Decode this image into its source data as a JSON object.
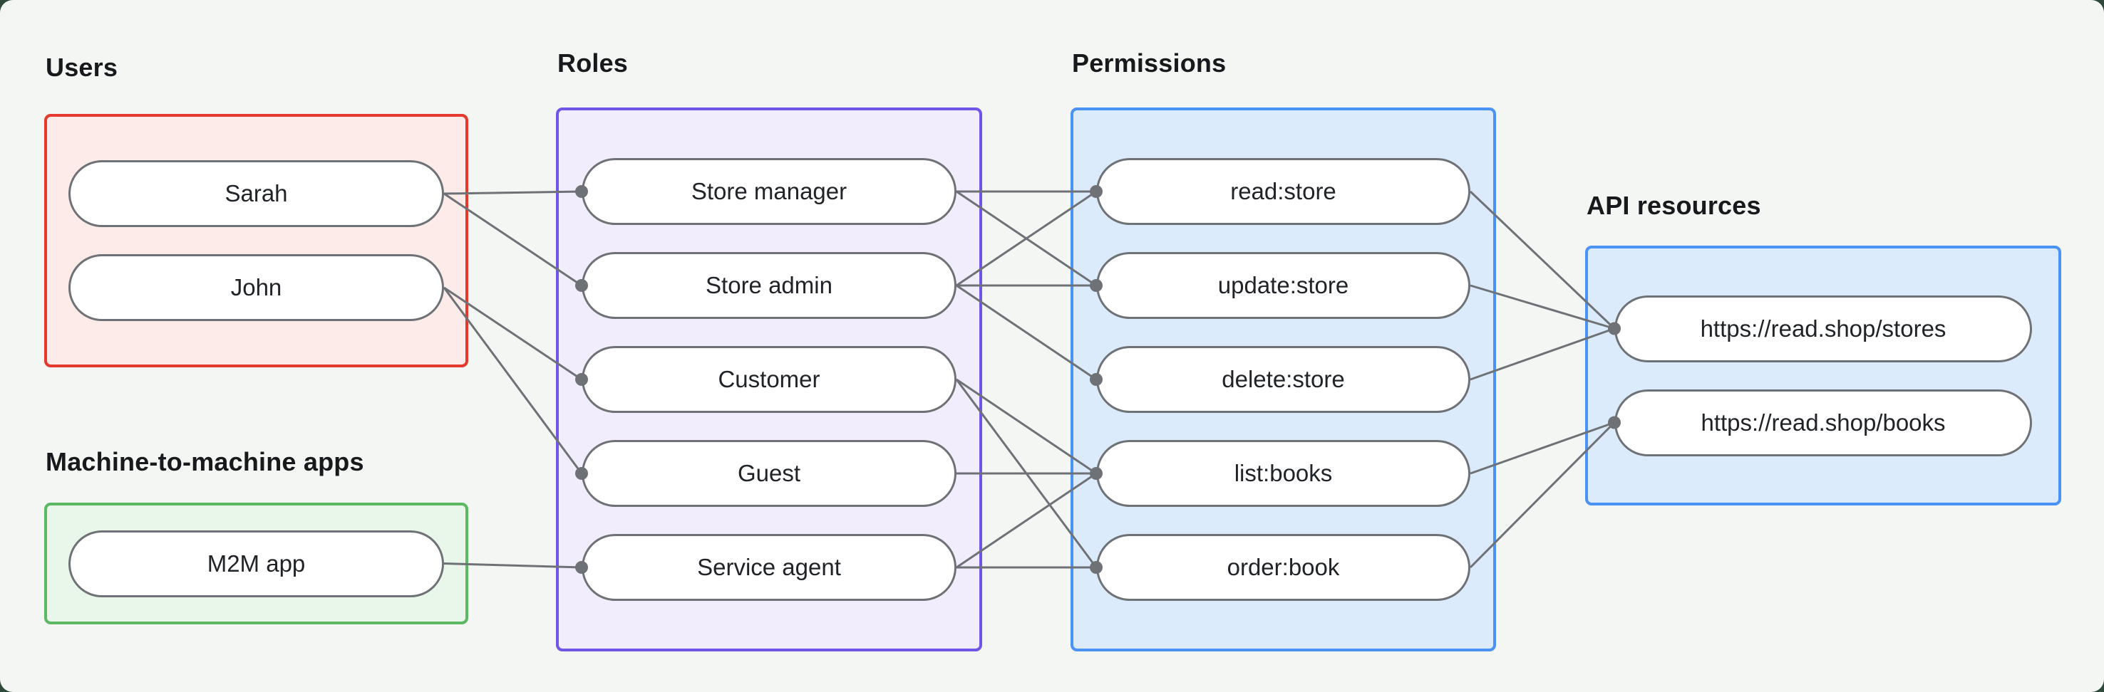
{
  "colors": {
    "background": "#f4f6f4",
    "backdrop": "#2f4a3a",
    "connector": "#6e7276",
    "pill_border": "#6e7276",
    "pill_fill": "#ffffff",
    "text": "#17191c",
    "palette": {
      "red": {
        "border": "#e4392c",
        "fill": "#fcebe8"
      },
      "green": {
        "border": "#5cb862",
        "fill": "#e9f6ea"
      },
      "purple": {
        "border": "#7155e9",
        "fill": "#f2edfc"
      },
      "blue": {
        "border": "#4b92f6",
        "fill": "#dcebfb"
      }
    }
  },
  "groups": {
    "users": {
      "label": "Users",
      "color": "red",
      "nodes": [
        "Sarah",
        "John"
      ]
    },
    "m2m": {
      "label": "Machine-to-machine apps",
      "color": "green",
      "nodes": [
        "M2M app"
      ]
    },
    "roles": {
      "label": "Roles",
      "color": "purple",
      "nodes": [
        "Store manager",
        "Store admin",
        "Customer",
        "Guest",
        "Service agent"
      ]
    },
    "permissions": {
      "label": "Permissions",
      "color": "blue",
      "nodes": [
        "read:store",
        "update:store",
        "delete:store",
        "list:books",
        "order:book"
      ]
    },
    "api": {
      "label": "API resources",
      "color": "blue",
      "nodes": [
        "https://read.shop/stores",
        "https://read.shop/books"
      ]
    }
  },
  "edges": [
    [
      "Sarah",
      "Store manager"
    ],
    [
      "Sarah",
      "Store admin"
    ],
    [
      "John",
      "Customer"
    ],
    [
      "John",
      "Guest"
    ],
    [
      "M2M app",
      "Service agent"
    ],
    [
      "Store manager",
      "read:store"
    ],
    [
      "Store manager",
      "update:store"
    ],
    [
      "Store admin",
      "read:store"
    ],
    [
      "Store admin",
      "update:store"
    ],
    [
      "Store admin",
      "delete:store"
    ],
    [
      "Customer",
      "list:books"
    ],
    [
      "Customer",
      "order:book"
    ],
    [
      "Guest",
      "list:books"
    ],
    [
      "Service agent",
      "list:books"
    ],
    [
      "Service agent",
      "order:book"
    ],
    [
      "read:store",
      "https://read.shop/stores"
    ],
    [
      "update:store",
      "https://read.shop/stores"
    ],
    [
      "delete:store",
      "https://read.shop/stores"
    ],
    [
      "list:books",
      "https://read.shop/books"
    ],
    [
      "order:book",
      "https://read.shop/books"
    ]
  ]
}
